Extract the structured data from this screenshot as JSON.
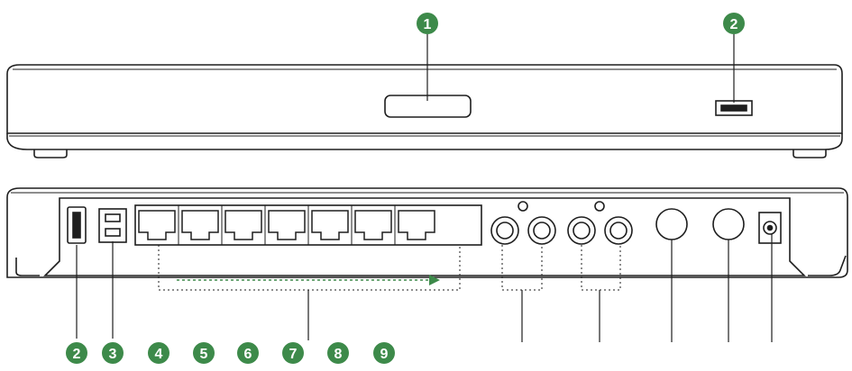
{
  "colors": {
    "callout_fill": "#3d8a4a",
    "callout_text": "#ffffff",
    "outline": "#1e1e1e",
    "guide_line": "#3d8a4a"
  },
  "front_view": {
    "callouts": [
      {
        "label": "1",
        "part": "display-window"
      },
      {
        "label": "2",
        "part": "usb-port-front"
      }
    ]
  },
  "back_view": {
    "callouts": [
      {
        "label": "2",
        "part": "usb-port-rear"
      },
      {
        "label": "3",
        "part": "usb-b-port"
      },
      {
        "label": "4",
        "part": "ethernet-port-1"
      },
      {
        "label": "5",
        "part": "ethernet-port-2"
      },
      {
        "label": "6",
        "part": "ethernet-port-3"
      },
      {
        "label": "7",
        "part": "ethernet-port-4"
      },
      {
        "label": "8",
        "part": "ethernet-port-5"
      },
      {
        "label": "9",
        "part": "ethernet-port-6"
      }
    ],
    "ethernet_port_count": 7,
    "rca_group_count": 2,
    "round_connector_count": 2
  }
}
